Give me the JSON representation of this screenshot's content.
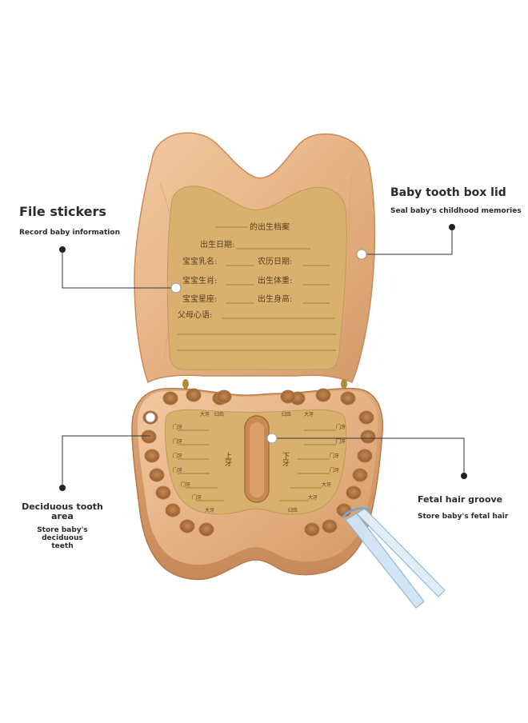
{
  "callouts": {
    "file_stickers": {
      "title": "File stickers",
      "desc": "Record baby information"
    },
    "lid": {
      "title": "Baby tooth box lid",
      "desc": "Seal baby's childhood memories"
    },
    "deciduous": {
      "title_line1": "Deciduous tooth",
      "title_line2": "area",
      "desc_line1": "Store baby's deciduous",
      "desc_line2": "teeth"
    },
    "fetal_hair": {
      "title": "Fetal hair groove",
      "desc": "Store baby's fetal hair"
    }
  },
  "sticker": {
    "heading": "的出生档案",
    "rows": [
      "出生日期:",
      "宝宝乳名:",
      "农历日期:",
      "宝宝生肖:",
      "出生体重:",
      "宝宝星座:",
      "出生身高:",
      "父母心语:"
    ]
  },
  "tray": {
    "left_label": "上牙",
    "right_label": "下牙",
    "tooth_tags_left": [
      "大牙",
      "臼齿",
      "门牙",
      "门牙",
      "门牙",
      "门牙",
      "门牙",
      "门牙",
      "大牙"
    ],
    "tooth_tags_right": [
      "臼齿",
      "大牙",
      "门牙",
      "门牙",
      "门牙",
      "门牙",
      "大牙",
      "大牙",
      "臼齿"
    ]
  },
  "colors": {
    "wood": "#e9b88a",
    "wood_dark": "#c98b5a",
    "sticker": "#d9b16f",
    "dot": "#222222"
  }
}
